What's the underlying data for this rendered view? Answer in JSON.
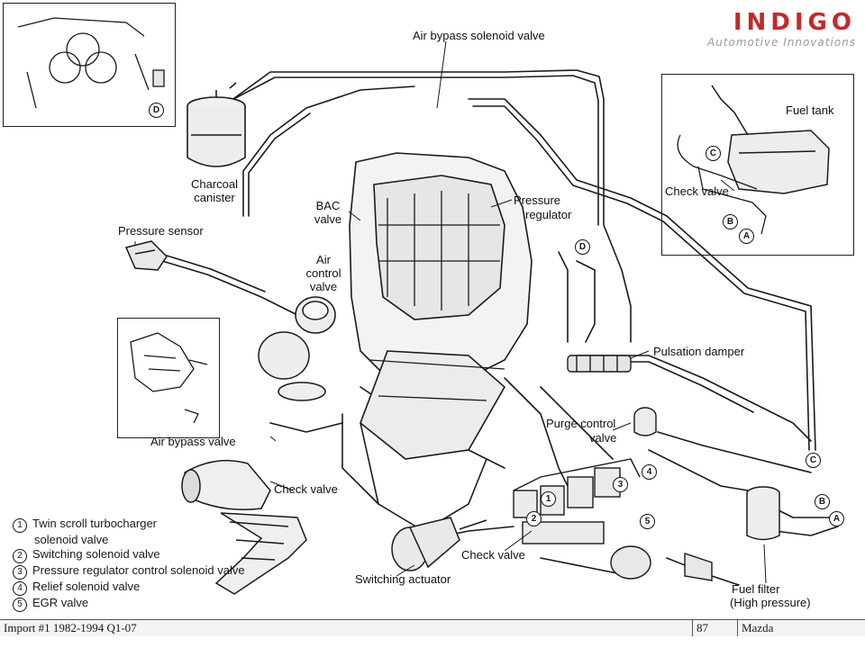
{
  "brand": {
    "name": "INDIGO",
    "tagline": "Automotive Innovations",
    "color": "#c62828"
  },
  "labels": {
    "air_bypass_solenoid_valve": "Air bypass solenoid valve",
    "charcoal_canister_1": "Charcoal",
    "charcoal_canister_2": "canister",
    "bac_valve_1": "BAC",
    "bac_valve_2": "valve",
    "pressure_regulator_1": "Pressure",
    "pressure_regulator_2": "regulator",
    "pressure_sensor": "Pressure sensor",
    "air_control_valve_1": "Air",
    "air_control_valve_2": "control",
    "air_control_valve_3": "valve",
    "fuel_tank": "Fuel tank",
    "check_valve_tank": "Check valve",
    "pulsation_damper": "Pulsation damper",
    "purge_control_valve_1": "Purge control",
    "purge_control_valve_2": "valve",
    "air_bypass_valve": "Air bypass valve",
    "check_valve_left": "Check valve",
    "check_valve_bottom": "Check valve",
    "switching_actuator": "Switching actuator",
    "fuel_filter_1": "Fuel filter",
    "fuel_filter_2": "(High pressure)"
  },
  "markers": {
    "D": "D",
    "C": "C",
    "B": "B",
    "A": "A",
    "n1": "1",
    "n2": "2",
    "n3": "3",
    "n4": "4",
    "n5": "5"
  },
  "legend": [
    {
      "num": "1",
      "text": "Twin scroll turbocharger"
    },
    {
      "num": "",
      "text": "solenoid valve"
    },
    {
      "num": "2",
      "text": "Switching solenoid valve"
    },
    {
      "num": "3",
      "text": "Pressure regulator control solenoid valve"
    },
    {
      "num": "4",
      "text": "Relief solenoid valve"
    },
    {
      "num": "5",
      "text": "EGR valve"
    }
  ],
  "footer": {
    "source": "Import #1 1982-1994  Q1-07",
    "page": "87",
    "make": "Mazda"
  }
}
